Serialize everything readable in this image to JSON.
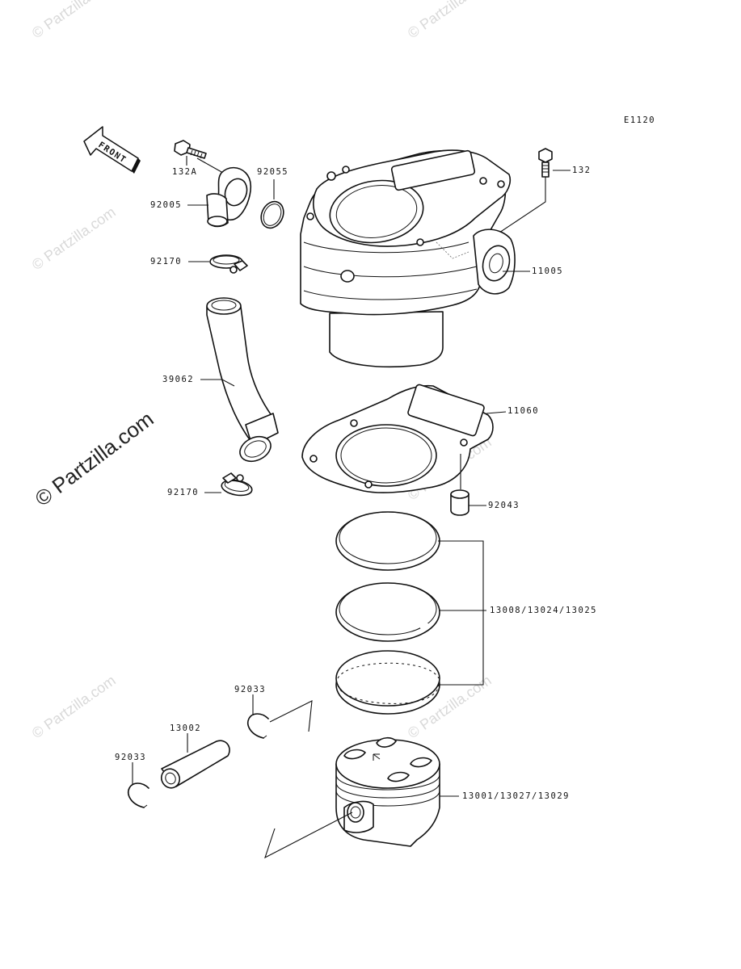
{
  "diagram": {
    "code": "E1120",
    "front_label": "FRONT",
    "watermark": "© Partzilla.com",
    "parts": {
      "bolt_132a": "132A",
      "fitting_92005": "92005",
      "oring_92055": "92055",
      "clamp_top_92170": "92170",
      "hose_39062": "39062",
      "clamp_bottom_92170": "92170",
      "bolt_132": "132",
      "cylinder_11005": "11005",
      "gasket_11060": "11060",
      "dowel_92043": "92043",
      "rings": "13008/13024/13025",
      "circlip_right_92033": "92033",
      "pin_13002": "13002",
      "circlip_left_92033": "92033",
      "piston": "13001/13027/13029"
    }
  }
}
